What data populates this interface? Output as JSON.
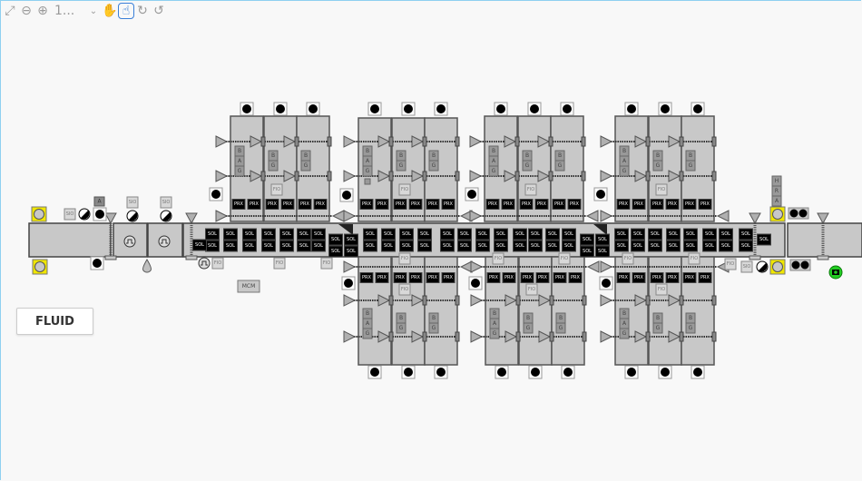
{
  "toolbar": {
    "zoom_value": "1...",
    "tools": [
      "fit-screen-icon",
      "zoom-out-icon",
      "zoom-in-icon",
      "hand-pan-icon",
      "pointer-icon",
      "rotate-icon",
      "lasso-icon"
    ],
    "active_tool": "pointer-icon",
    "active_color": "#1e6fd0"
  },
  "labels": {
    "sol": "SOL",
    "prx": "PRX",
    "fio": "FIO",
    "sio": "SIO",
    "mcm": "MCM",
    "a": "A",
    "bag": [
      "B",
      "A",
      "G"
    ],
    "bg": [
      "B",
      "G"
    ],
    "hra": [
      "H",
      "R",
      "A"
    ]
  },
  "fluid_button": "FLUID",
  "colors": {
    "module_fill": "#c8c8c8",
    "tag_black": "#000000",
    "indicator_yellow": "#f0e600",
    "camera_green": "#22cc22"
  }
}
